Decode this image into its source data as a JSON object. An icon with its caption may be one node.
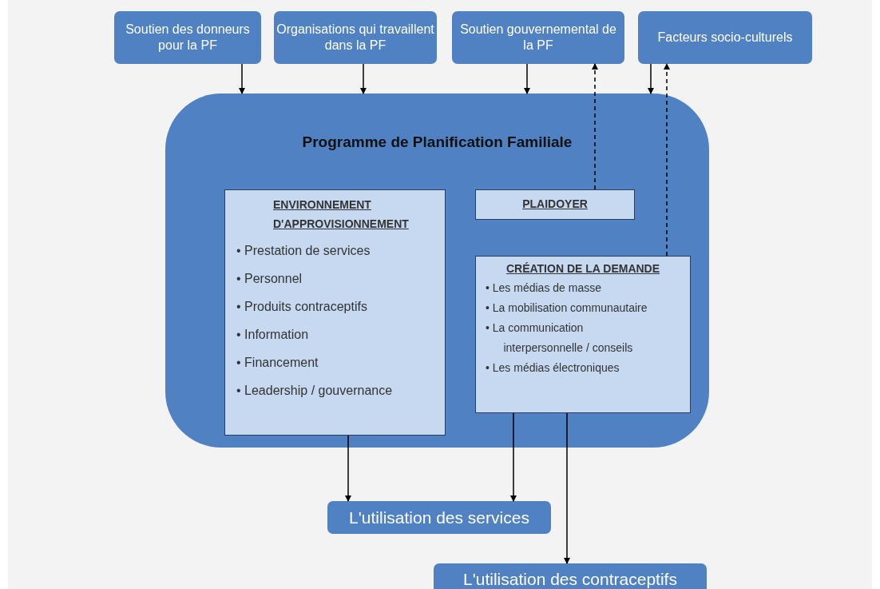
{
  "diagram": {
    "nodes": [
      {
        "text": [
          "Soutien des donneurs pour la PF"
        ]
      },
      {
        "text": [
          "Organisations qui travaillent dans la PF"
        ]
      },
      {
        "text": [
          "Soutien gouvernemental de la PF"
        ]
      },
      {
        "text": [
          "Facteurs socio-culturels"
        ]
      },
      {
        "text": [
          "Programme de Planification Familiale"
        ]
      },
      {
        "text": [
          "ENVIRONNEMENT D'APPROVISIONNEMENT",
          "• Prestation de services",
          "• Personnel",
          "• Produits contraceptifs",
          "• Information",
          "• Financement",
          "• Leadership / gouvernance"
        ],
        "in": 4
      },
      {
        "text": [
          "PLAIDOYER"
        ],
        "in": 4
      },
      {
        "text": [
          "CRÉATION DE LA DEMANDE",
          "• Les médias de masse",
          "• La mobilisation communautaire",
          "• La communication interpersonnelle / conseils",
          "• Les médias électroniques"
        ],
        "in": 4
      },
      {
        "text": [
          "L'utilisation des services"
        ]
      },
      {
        "text": [
          "L'utilisation des contraceptifs"
        ]
      }
    ],
    "edges": [
      {
        "from": 0,
        "to": 4,
        "arrow": "to"
      },
      {
        "from": 1,
        "to": 4,
        "arrow": "to"
      },
      {
        "from": 2,
        "to": 4,
        "arrow": "to"
      },
      {
        "from": 3,
        "to": 4,
        "arrow": "to"
      },
      {
        "from": 6,
        "to": 2,
        "arrow": "to",
        "style": "dashed"
      },
      {
        "from": 7,
        "to": 3,
        "arrow": "to",
        "style": "dashed"
      },
      {
        "from": 5,
        "to": 8,
        "arrow": "to"
      },
      {
        "from": 7,
        "to": 8,
        "arrow": "to"
      },
      {
        "from": 7,
        "to": 9,
        "arrow": "to"
      }
    ]
  }
}
